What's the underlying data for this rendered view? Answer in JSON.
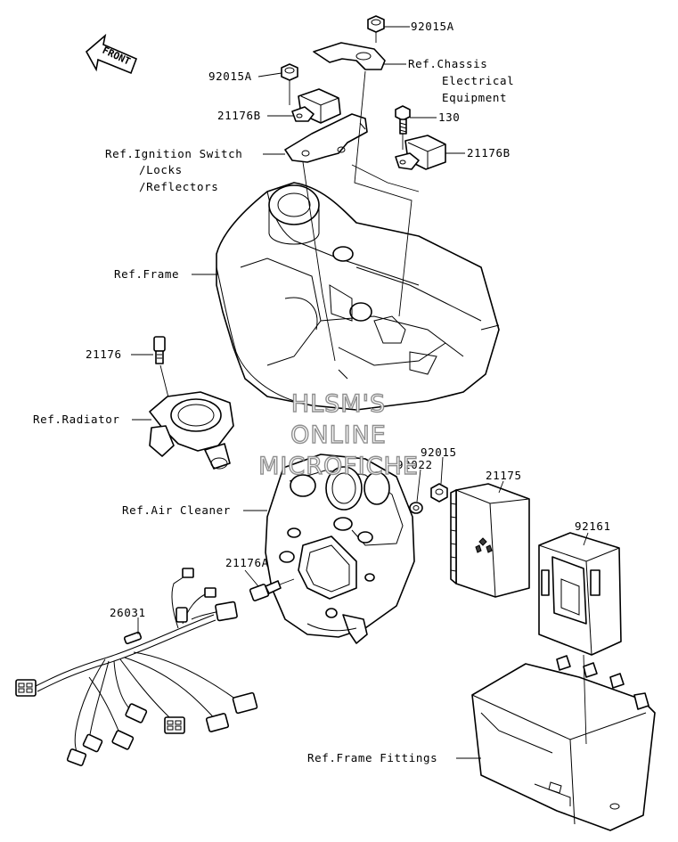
{
  "front_arrow": {
    "label": "FRONT"
  },
  "labels": {
    "p92015A_top": "92015A",
    "ref_chassis_1": "Ref.Chassis",
    "ref_chassis_2": "Electrical",
    "ref_chassis_3": "Equipment",
    "p92015A_left": "92015A",
    "p130": "130",
    "p21176B_left": "21176B",
    "p21176B_right": "21176B",
    "ref_ign_1": "Ref.Ignition Switch",
    "ref_ign_2": "/Locks",
    "ref_ign_3": "/Reflectors",
    "ref_frame": "Ref.Frame",
    "p21176": "21176",
    "ref_radiator": "Ref.Radiator",
    "p92015": "92015",
    "p92022": "92022",
    "p21175": "21175",
    "p92161": "92161",
    "ref_air_cleaner": "Ref.Air Cleaner",
    "p21176A": "21176A",
    "p26031": "26031",
    "ref_frame_fittings": "Ref.Frame Fittings"
  },
  "watermark": {
    "line1": "HLSM'S",
    "line2": "ONLINE",
    "line3": "MICROFICHE"
  }
}
